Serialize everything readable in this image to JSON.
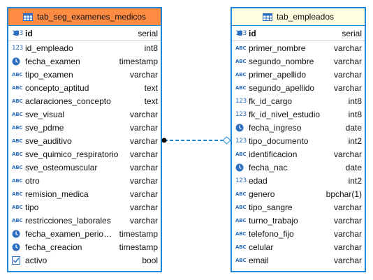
{
  "tables": {
    "left": {
      "title": "tab_seg_examenes_medicos",
      "pk": {
        "name": "id",
        "type": "serial",
        "icon": "number-icon"
      },
      "columns": [
        {
          "name": "id_empleado",
          "type": "int8",
          "icon": "number-icon"
        },
        {
          "name": "fecha_examen",
          "type": "timestamp",
          "icon": "clock-icon"
        },
        {
          "name": "tipo_examen",
          "type": "varchar",
          "icon": "text-icon"
        },
        {
          "name": "concepto_aptitud",
          "type": "text",
          "icon": "text-icon"
        },
        {
          "name": "aclaraciones_concepto",
          "type": "text",
          "icon": "text-icon"
        },
        {
          "name": "sve_visual",
          "type": "varchar",
          "icon": "text-icon"
        },
        {
          "name": "sve_pdme",
          "type": "varchar",
          "icon": "text-icon"
        },
        {
          "name": "sve_auditivo",
          "type": "varchar",
          "icon": "text-icon"
        },
        {
          "name": "sve_quimico_respiratorio",
          "type": "varchar",
          "icon": "text-icon"
        },
        {
          "name": "sve_osteomuscular",
          "type": "varchar",
          "icon": "text-icon"
        },
        {
          "name": "otro",
          "type": "varchar",
          "icon": "text-icon"
        },
        {
          "name": "remision_medica",
          "type": "varchar",
          "icon": "text-icon"
        },
        {
          "name": "tipo",
          "type": "varchar",
          "icon": "text-icon"
        },
        {
          "name": "restricciones_laborales",
          "type": "varchar",
          "icon": "text-icon"
        },
        {
          "name": "fecha_examen_periodico",
          "type": "timestamp",
          "icon": "clock-icon"
        },
        {
          "name": "fecha_creacion",
          "type": "timestamp",
          "icon": "clock-icon"
        },
        {
          "name": "activo",
          "type": "bool",
          "icon": "checkbox-icon"
        }
      ]
    },
    "right": {
      "title": "tab_empleados",
      "pk": {
        "name": "id",
        "type": "serial",
        "icon": "number-icon"
      },
      "columns": [
        {
          "name": "primer_nombre",
          "type": "varchar",
          "icon": "text-icon"
        },
        {
          "name": "segundo_nombre",
          "type": "varchar",
          "icon": "text-icon"
        },
        {
          "name": "primer_apellido",
          "type": "varchar",
          "icon": "text-icon"
        },
        {
          "name": "segundo_apellido",
          "type": "varchar",
          "icon": "text-icon"
        },
        {
          "name": "fk_id_cargo",
          "type": "int8",
          "icon": "number-icon"
        },
        {
          "name": "fk_id_nivel_estudio",
          "type": "int8",
          "icon": "number-icon"
        },
        {
          "name": "fecha_ingreso",
          "type": "date",
          "icon": "clock-icon"
        },
        {
          "name": "tipo_documento",
          "type": "int2",
          "icon": "number-icon"
        },
        {
          "name": "identificacion",
          "type": "varchar",
          "icon": "text-icon"
        },
        {
          "name": "fecha_nac",
          "type": "date",
          "icon": "clock-icon"
        },
        {
          "name": "edad",
          "type": "int2",
          "icon": "number-icon"
        },
        {
          "name": "genero",
          "type": "bpchar(1)",
          "icon": "text-icon"
        },
        {
          "name": "tipo_sangre",
          "type": "varchar",
          "icon": "text-icon"
        },
        {
          "name": "turno_trabajo",
          "type": "varchar",
          "icon": "text-icon"
        },
        {
          "name": "telefono_fijo",
          "type": "varchar",
          "icon": "text-icon"
        },
        {
          "name": "celular",
          "type": "varchar",
          "icon": "text-icon"
        },
        {
          "name": "email",
          "type": "varchar",
          "icon": "text-icon"
        }
      ]
    }
  },
  "icon_text": {
    "text": "ABC",
    "number": "123"
  },
  "colors": {
    "table_border": "#1e88d6",
    "left_header": "#ff8c42",
    "right_header": "#fffee0",
    "icon": "#2c6fbf"
  },
  "relationship": {
    "from": "tab_seg_examenes_medicos",
    "to": "tab_empleados",
    "style": "dashed"
  }
}
